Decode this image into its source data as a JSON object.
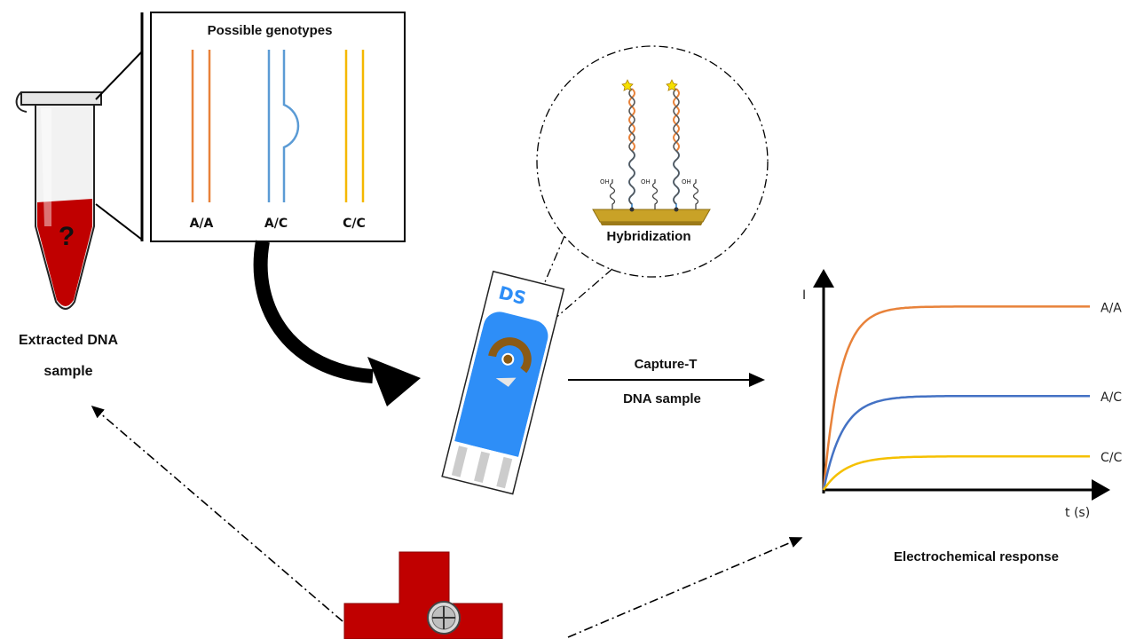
{
  "panels": {
    "genotypes": {
      "title": "Possible genotypes",
      "items": [
        {
          "label": "A/A",
          "color": "#e8823a"
        },
        {
          "label": "A/C",
          "color": "#5b9bd5"
        },
        {
          "label": "C/C",
          "color": "#f5b800"
        }
      ]
    },
    "tube": {
      "symbol": "?",
      "caption_line1": "Extracted DNA",
      "caption_line2": "sample",
      "blood_color": "#c00000"
    },
    "hybridization": {
      "label": "Hybridization",
      "probe_label": "OH",
      "surface_color": "#c9a227"
    },
    "strip": {
      "logo": "DS",
      "color": "#2e8ef7",
      "electrode_color": "#8b5a14"
    },
    "arrow_labels": {
      "top": "Capture-T",
      "bottom": "DNA sample"
    },
    "response": {
      "caption": "Electrochemical response"
    }
  },
  "chart_data": {
    "type": "line",
    "title": "",
    "xlabel": "t (s)",
    "ylabel": "I",
    "series": [
      {
        "name": "A/A",
        "color": "#e8823a",
        "plateau": 0.82
      },
      {
        "name": "A/C",
        "color": "#4472c4",
        "plateau": 0.42
      },
      {
        "name": "C/C",
        "color": "#f5c000",
        "plateau": 0.15
      }
    ]
  }
}
